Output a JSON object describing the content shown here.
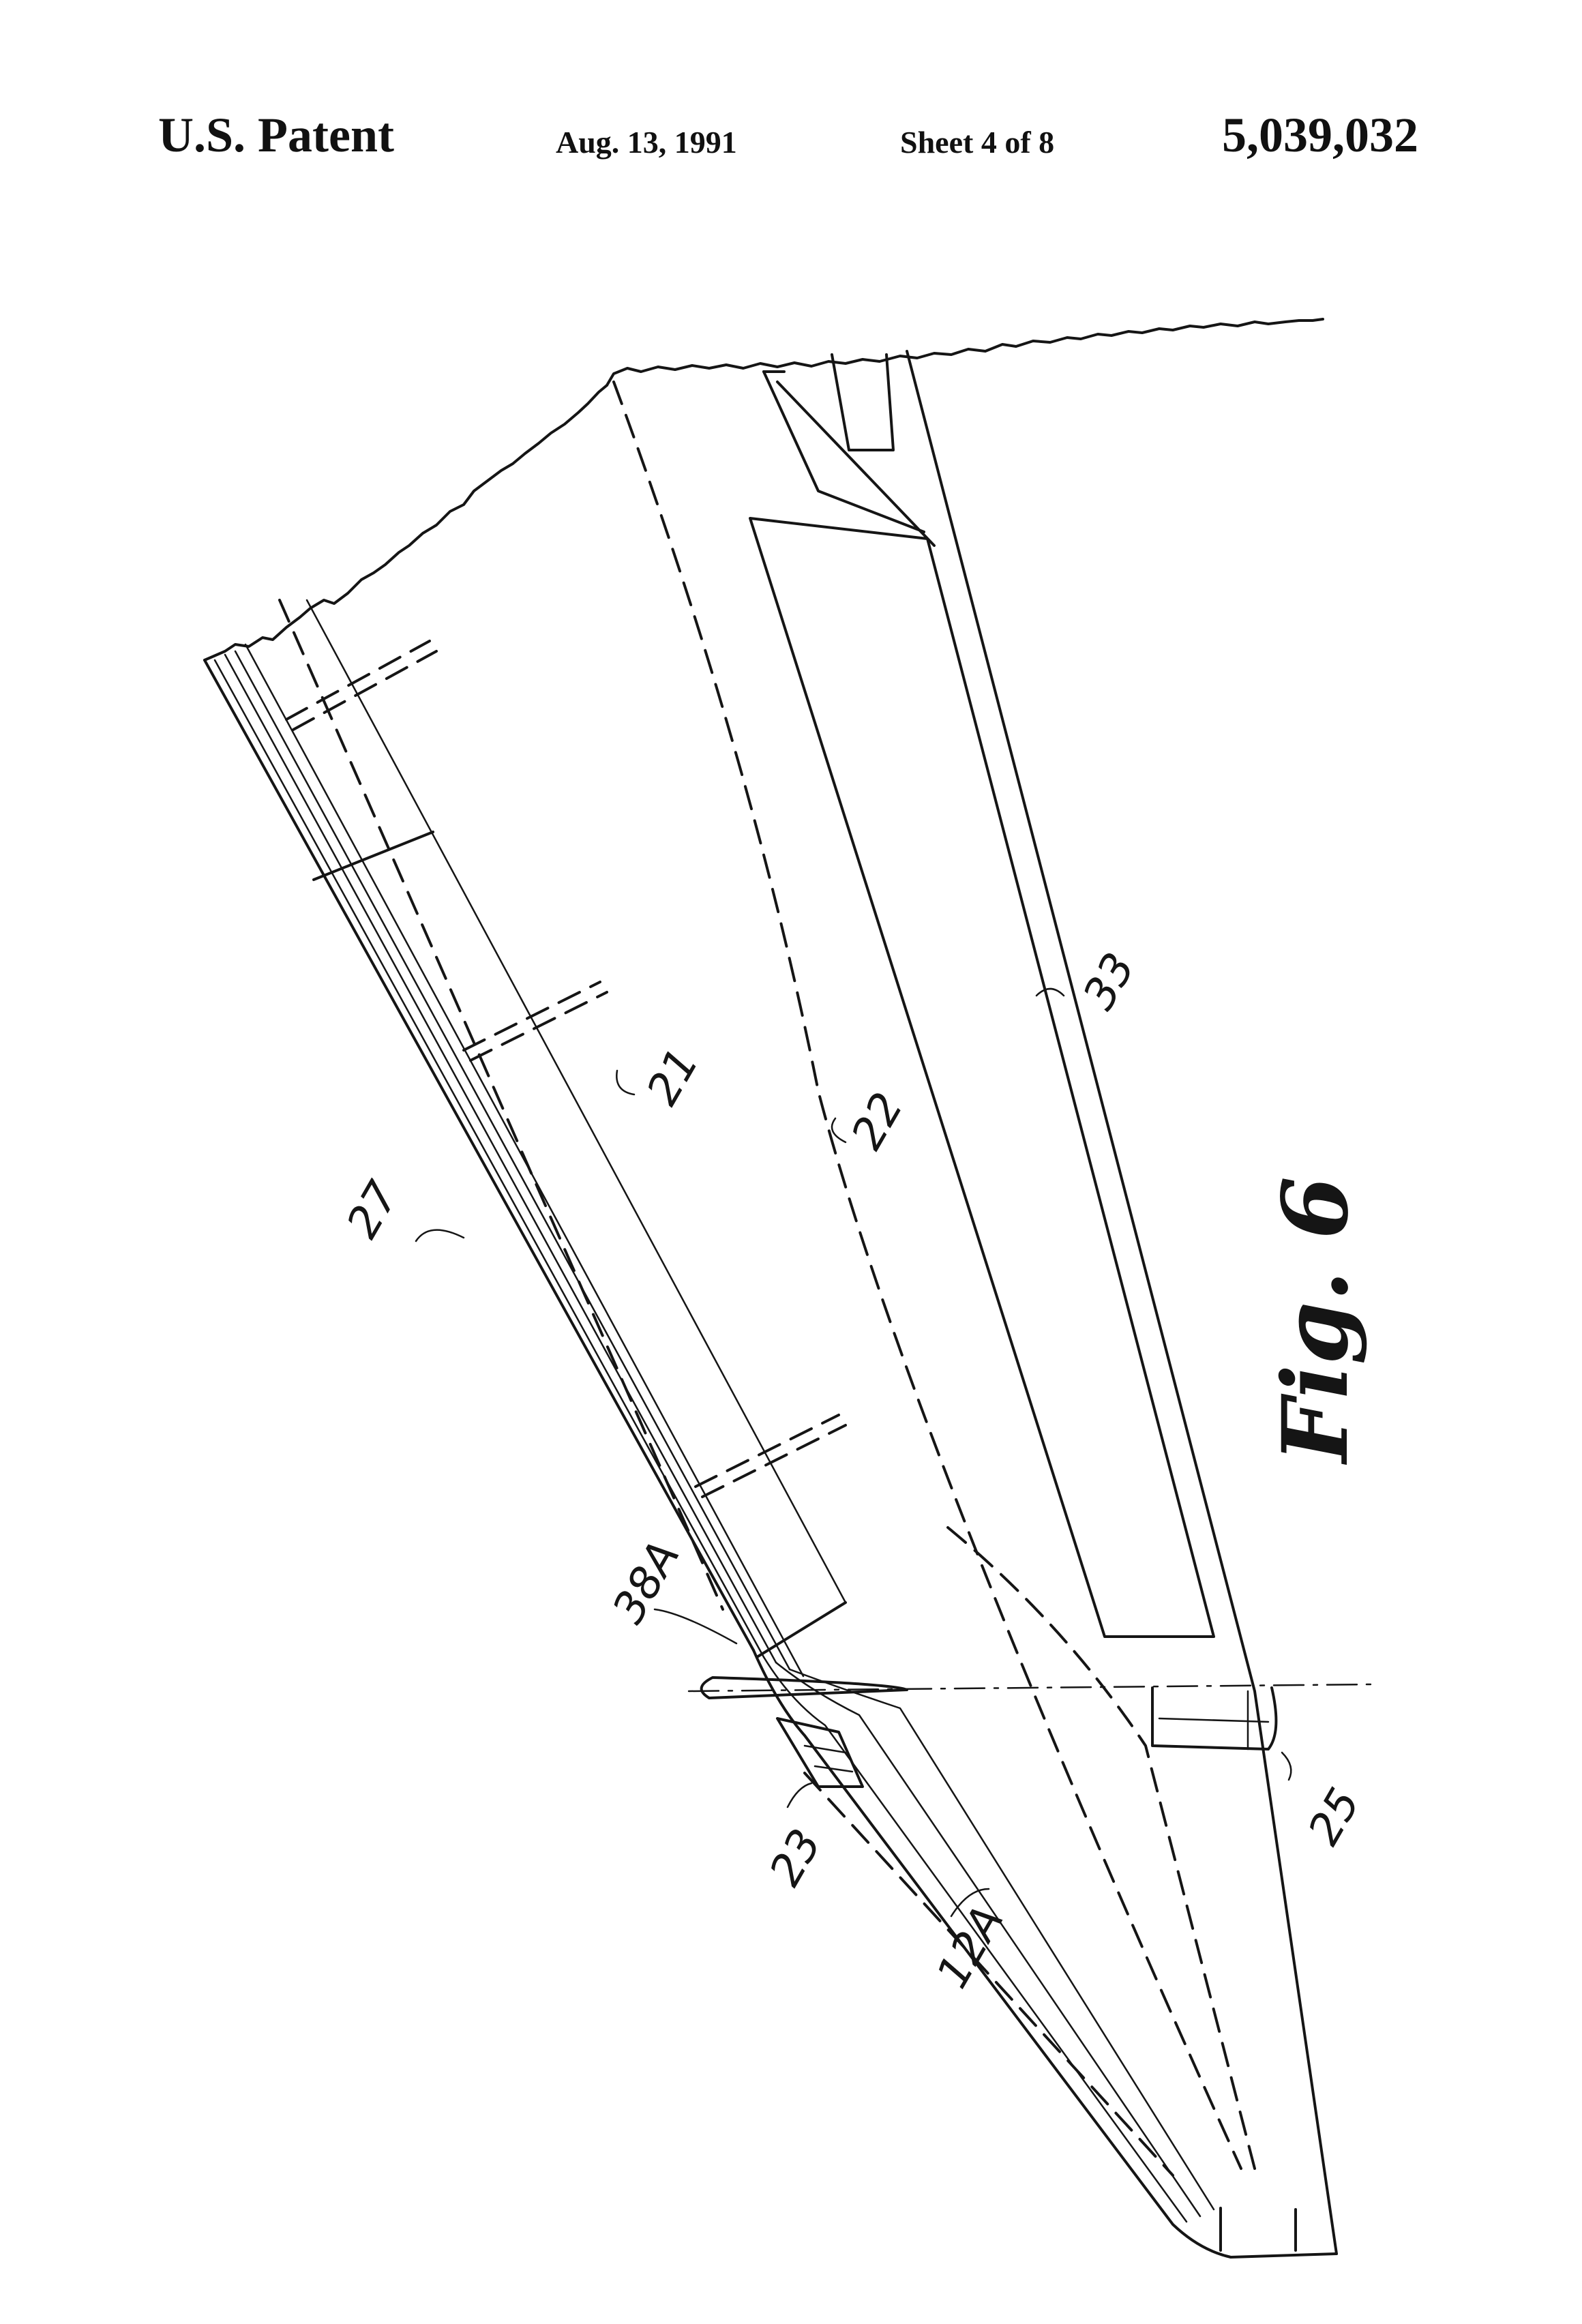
{
  "header": {
    "patent_label": "U.S. Patent",
    "date": "Aug. 13, 1991",
    "sheet": "Sheet 4 of 8",
    "patent_number": "5,039,032"
  },
  "figure": {
    "label": "Fig. 6",
    "reference_numerals": {
      "r27": "27",
      "r21": "21",
      "r22": "22",
      "r33": "33",
      "r38a": "38A",
      "r23": "23",
      "r12a": "12A",
      "r25": "25"
    }
  }
}
